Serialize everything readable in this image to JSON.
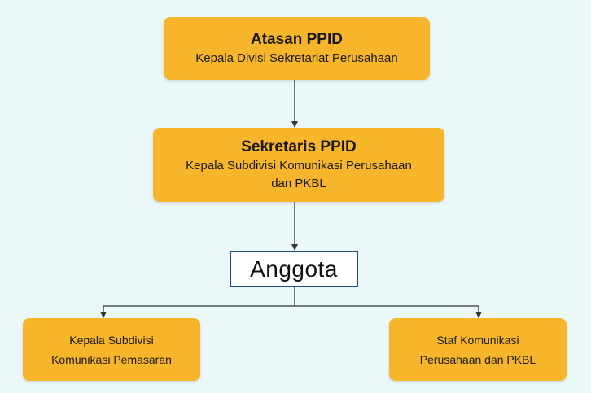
{
  "nodes": {
    "atasan": {
      "title": "Atasan PPID",
      "subtitle": "Kepala Divisi Sekretariat Perusahaan"
    },
    "sekretaris": {
      "title": "Sekretaris PPID",
      "subtitle_line1": "Kepala Subdivisi Komunikasi Perusahaan",
      "subtitle_line2": "dan PKBL"
    },
    "anggota": {
      "label": "Anggota"
    },
    "kepala_subdivisi": {
      "line1": "Kepala Subdivisi",
      "line2": "Komunikasi Pemasaran"
    },
    "staf": {
      "line1": "Staf Komunikasi",
      "line2": "Perusahaan dan PKBL"
    }
  },
  "colors": {
    "box_fill": "#f6b52a",
    "background": "#eaf8f9",
    "anggota_border": "#1f4e79",
    "connector": "#333333"
  }
}
